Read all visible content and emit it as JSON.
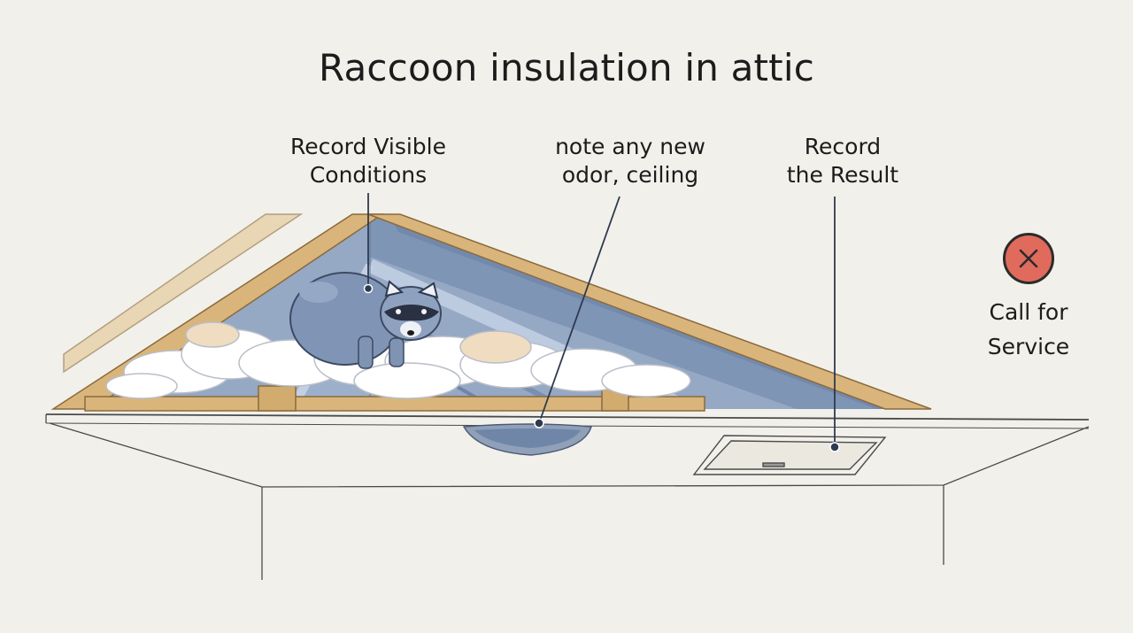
{
  "diagram": {
    "title": "Raccoon insulation in attic",
    "callouts": {
      "conditions": "Record Visible\nConditions",
      "odor": "note any new\nodor, ceiling",
      "result": "Record\nthe Result",
      "service": "Call for\nService"
    },
    "icons": [
      "raccoon-icon",
      "close-icon"
    ],
    "colors": {
      "background": "#f2f0ea",
      "wood": "#d9b57c",
      "roof": "#8ea2bf",
      "raccoon": "#7f93b3",
      "insulation": "#ffffff",
      "ceiling_stain": "#6f86a8",
      "service": "#e06b5d"
    }
  }
}
